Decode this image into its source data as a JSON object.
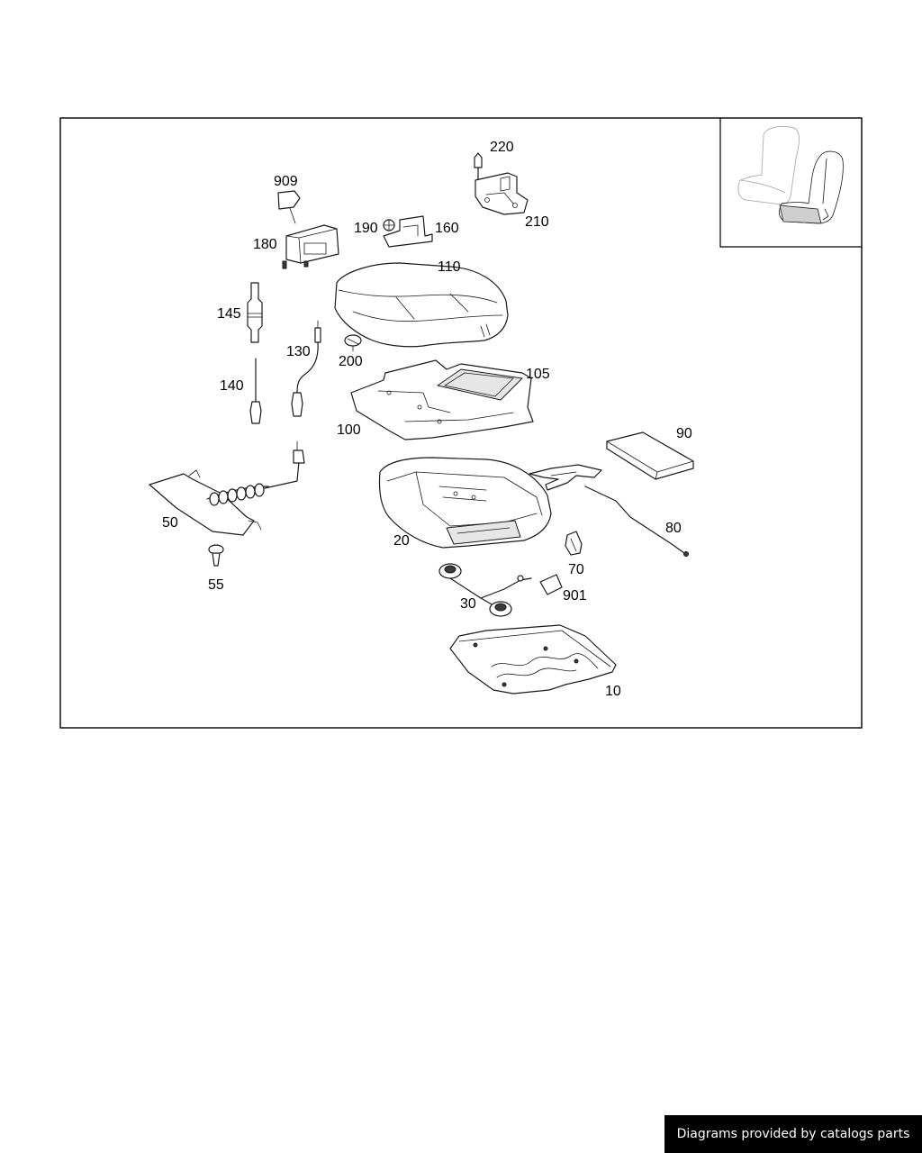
{
  "diagram": {
    "part_numbers": {
      "p220": "220",
      "p909": "909",
      "p190": "190",
      "p160": "160",
      "p210": "210",
      "p180": "180",
      "p110": "110",
      "p145": "145",
      "p130": "130",
      "p200": "200",
      "p105": "105",
      "p140": "140",
      "p100": "100",
      "p90": "90",
      "p50": "50",
      "p80": "80",
      "p20": "20",
      "p70": "70",
      "p55": "55",
      "p30": "30",
      "p901": "901",
      "p10": "10"
    },
    "inset_icon": "front-seat-location-icon"
  },
  "footer": {
    "credit": "Diagrams provided by catalogs parts"
  },
  "colors": {
    "line": "#1a1a1a",
    "frame": "#000000",
    "background": "#ffffff",
    "badge_background": "#000000",
    "badge_text": "#ffffff"
  }
}
